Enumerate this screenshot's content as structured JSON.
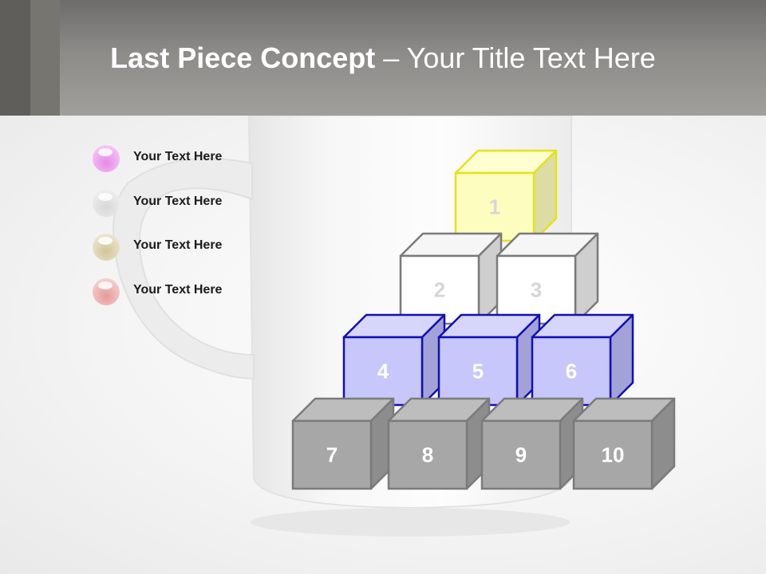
{
  "title": {
    "main": "Last Piece Concept",
    "dash": " – ",
    "sub": "Your Title Text Here"
  },
  "legend": [
    {
      "label": "Your  Text Here",
      "color": "#e58ae8",
      "icon": "pink-bubble-icon"
    },
    {
      "label": "Your  Text Here",
      "color": "#d8d8d8",
      "icon": "white-bubble-icon"
    },
    {
      "label": "Your  Text Here",
      "color": "#d9cfa8",
      "icon": "beige-bubble-icon"
    },
    {
      "label": "Your  Text Here",
      "color": "#eaaaa8",
      "icon": "rose-bubble-icon"
    }
  ],
  "cubes": [
    {
      "label": "1",
      "style": "yellow"
    },
    {
      "label": "2",
      "style": "white"
    },
    {
      "label": "3",
      "style": "white"
    },
    {
      "label": "4",
      "style": "blue"
    },
    {
      "label": "5",
      "style": "blue"
    },
    {
      "label": "6",
      "style": "blue"
    },
    {
      "label": "7",
      "style": "gray"
    },
    {
      "label": "8",
      "style": "gray"
    },
    {
      "label": "9",
      "style": "gray"
    },
    {
      "label": "10",
      "style": "gray"
    }
  ],
  "palette": {
    "yellow": {
      "front": "#fdfdbf",
      "side": "#dcdca4",
      "top": "#ffffd2",
      "stroke": "#e6e21a",
      "text": "#d6d6d6"
    },
    "white": {
      "front": "#ffffff",
      "side": "#cfcfcf",
      "top": "#f6f6f6",
      "stroke": "#7a7a7a",
      "text": "#d6d6d6"
    },
    "blue": {
      "front": "#c7c7fb",
      "side": "#a2a2d6",
      "top": "#d6d6fd",
      "stroke": "#1010b8",
      "text": "#ffffff"
    },
    "gray": {
      "front": "#a7a7a7",
      "side": "#8d8d8d",
      "top": "#bdbdbd",
      "stroke": "#7b7b7b",
      "text": "#ffffff"
    }
  }
}
